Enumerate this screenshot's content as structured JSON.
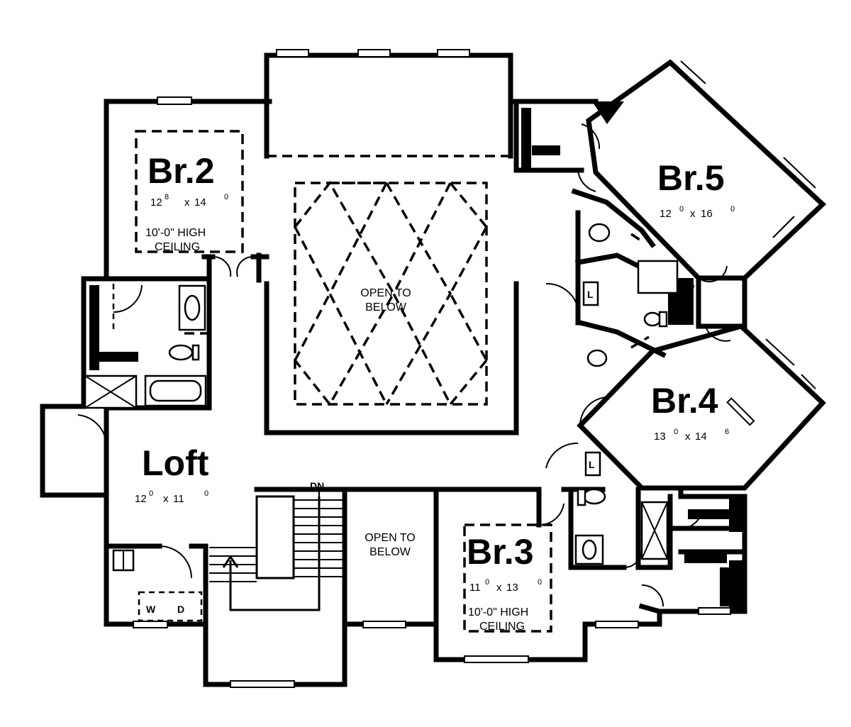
{
  "rooms": {
    "br2": {
      "name": "Br.2",
      "w_main": "12",
      "w_sup": "8",
      "x": "x",
      "l_main": "14",
      "l_sup": "0",
      "note_line1": "10'-0\" HIGH",
      "note_line2": "CEILING"
    },
    "br5": {
      "name": "Br.5",
      "w_main": "12",
      "w_sup": "0",
      "x": "x",
      "l_main": "16",
      "l_sup": "0"
    },
    "br4": {
      "name": "Br.4",
      "w_main": "13",
      "w_sup": "0",
      "x": "x",
      "l_main": "14",
      "l_sup": "6"
    },
    "br3": {
      "name": "Br.3",
      "w_main": "11",
      "w_sup": "0",
      "x": "x",
      "l_main": "13",
      "l_sup": "0",
      "note_line1": "10'-0\" HIGH",
      "note_line2": "CEILING"
    },
    "loft": {
      "name": "Loft",
      "w_main": "12",
      "w_sup": "0",
      "x": "x",
      "l_main": "11",
      "l_sup": "0"
    }
  },
  "open_to_below_main": {
    "line1": "OPEN TO",
    "line2": "BELOW"
  },
  "open_to_below_stair": {
    "line1": "OPEN TO",
    "line2": "BELOW"
  },
  "stair_label": "DN",
  "linen_labels": [
    "L",
    "L"
  ],
  "laundry": {
    "washer": "W",
    "dryer": "D"
  }
}
